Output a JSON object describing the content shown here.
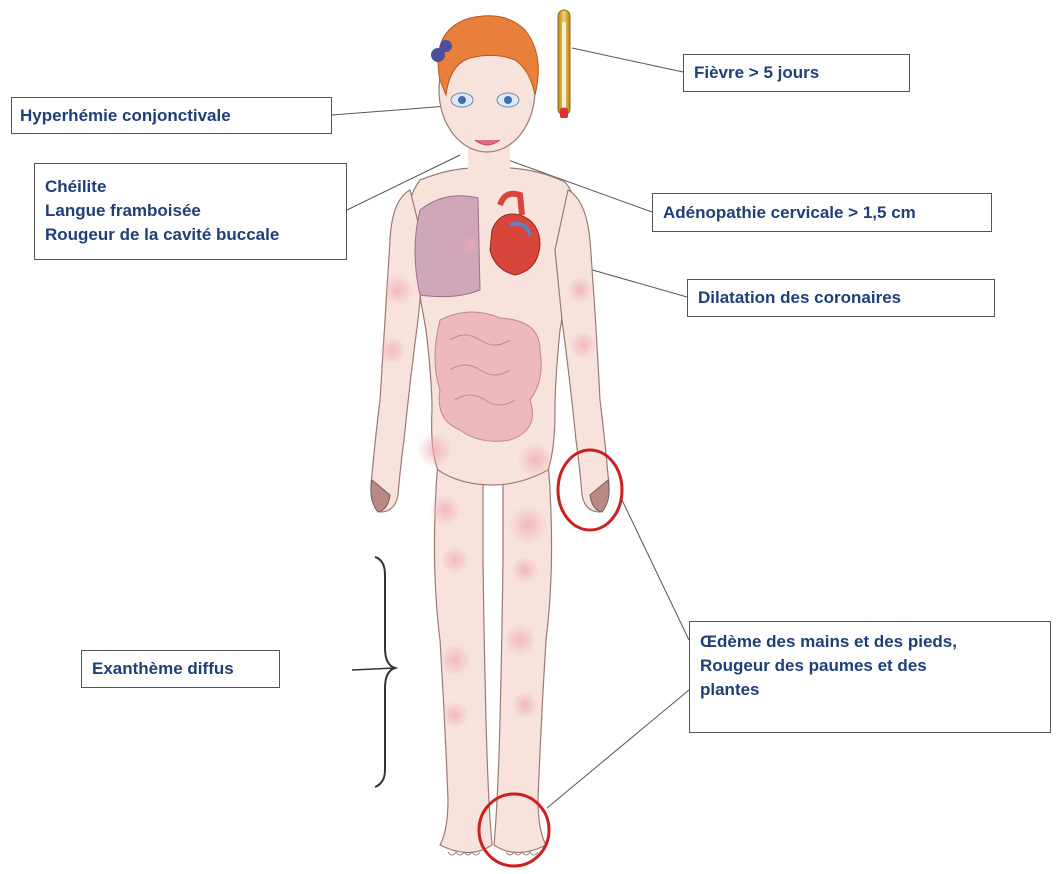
{
  "labels": {
    "fievre": "Fièvre > 5 jours",
    "hyperhemie": "Hyperhémie conjonctivale",
    "bouche": [
      "Chéilite",
      "Langue framboisée",
      "Rougeur de la cavité buccale"
    ],
    "adenopathie": "Adénopathie cervicale > 1,5 cm",
    "dilatation": "Dilatation des coronaires",
    "oedeme": [
      "Œdème des mains et des pieds,",
      "Rougeur des paumes et des",
      "plantes"
    ],
    "exantheme": "Exanthème diffus"
  },
  "colors": {
    "label_text": "#1f3f78",
    "box_border": "#555555",
    "skin": "#f7e3dc",
    "rash": "#f1a9b6",
    "hair": "#e87f3a",
    "lung": "#cfa7b9",
    "intestine": "#eeb8bf",
    "heart": "#d9453a",
    "highlight_circle": "#cc1f1f",
    "thermometer": "#d9a820"
  }
}
